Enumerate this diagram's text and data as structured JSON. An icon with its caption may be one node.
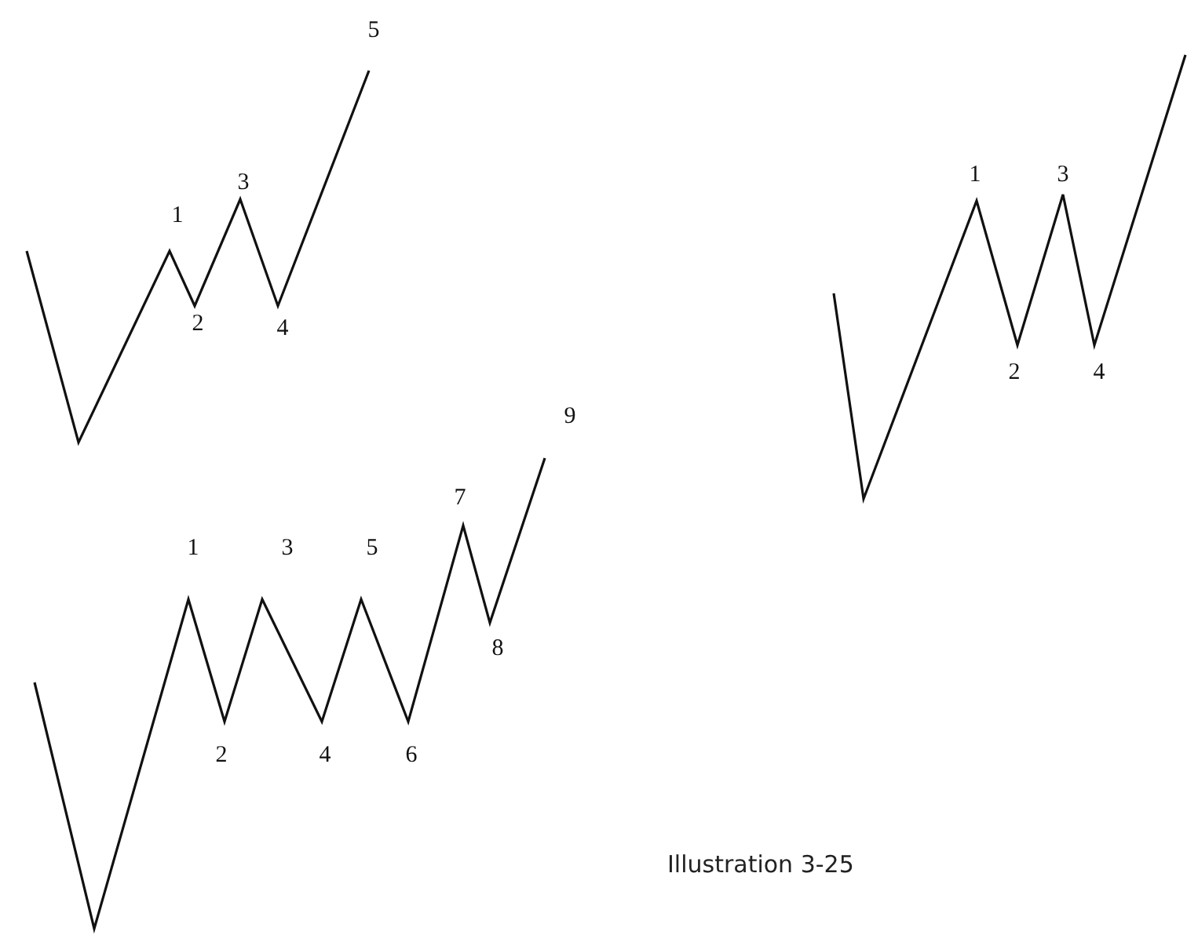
{
  "diagram": {
    "caption": "Illustration 3-25",
    "labels": [
      "5",
      "1",
      "3",
      "1",
      "3",
      "2",
      "4",
      "2",
      "4",
      "9",
      "7",
      "1",
      "3",
      "5",
      "8",
      "2",
      "4",
      "6"
    ]
  }
}
